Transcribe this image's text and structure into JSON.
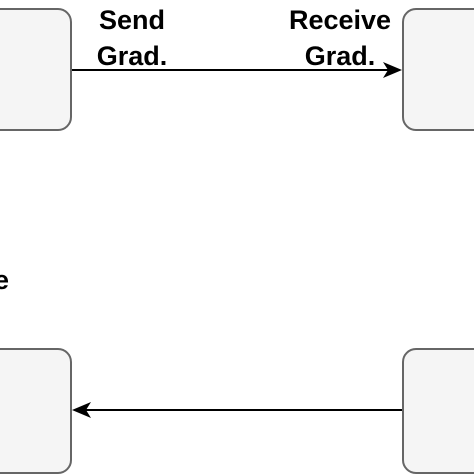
{
  "diagram": {
    "edge_color": "#000000",
    "node_fill": "#f5f5f5",
    "node_border": "#666666",
    "labels": {
      "send_grad": [
        "Send",
        "Grad."
      ],
      "receive_grad": [
        "Receive",
        "Grad."
      ],
      "partial_left": "e"
    },
    "edges": [
      {
        "from": "node-top-left",
        "to": "node-top-right",
        "arrow": "end"
      },
      {
        "from": "node-bottom-right",
        "to": "node-bottom-left",
        "arrow": "end"
      }
    ]
  }
}
